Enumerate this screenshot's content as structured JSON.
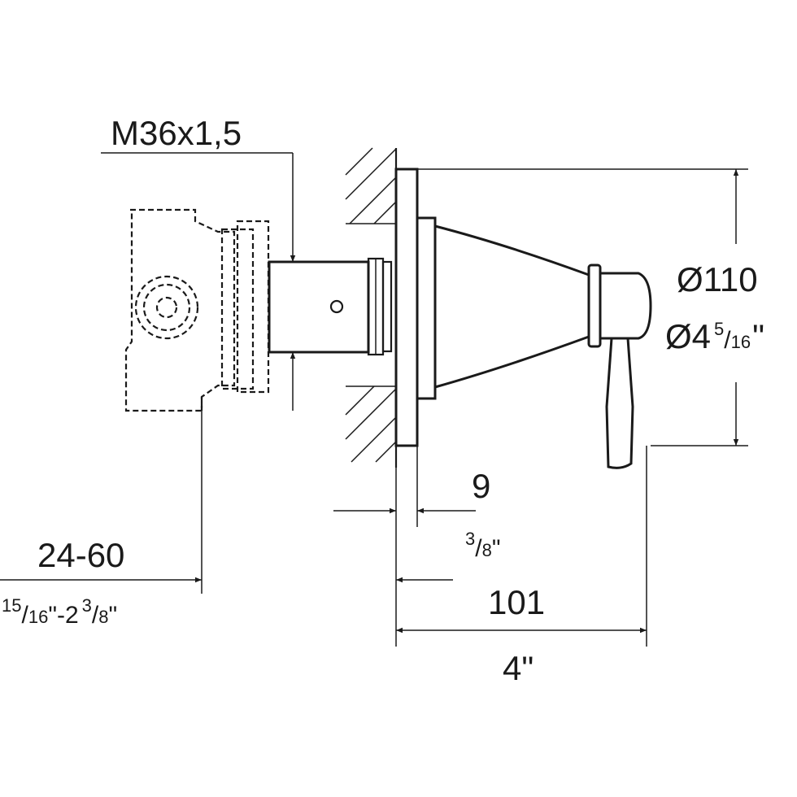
{
  "dimensions": {
    "thread": "M36x1,5",
    "diameter_mm": "Ø110",
    "diameter_in_whole": "Ø4",
    "diameter_in_num": "5",
    "diameter_in_den": "16",
    "diameter_in_unit": "\"",
    "plate_mm": "9",
    "plate_in_num": "3",
    "plate_in_den": "8",
    "plate_in_unit": "\"",
    "depth_mm": "24-60",
    "depth_in_num1": "15",
    "depth_in_den1": "16",
    "depth_in_mid": "\"-2",
    "depth_in_num2": "3",
    "depth_in_den2": "8",
    "depth_in_unit": "\"",
    "length_mm": "101",
    "length_in": "4\""
  }
}
